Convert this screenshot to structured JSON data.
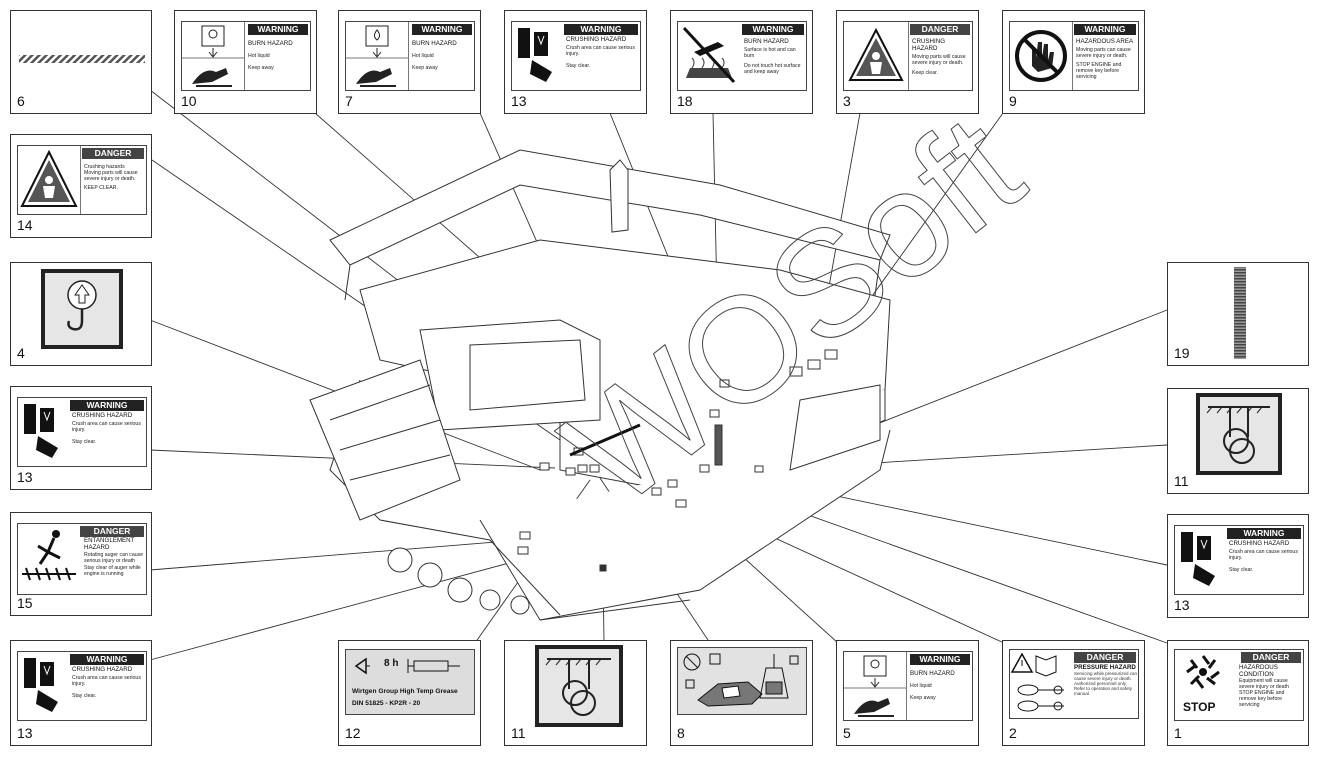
{
  "watermark": "WOSoft",
  "callouts": [
    {
      "id": "p6",
      "number": "6"
    },
    {
      "id": "p10",
      "number": "10",
      "head": "WARNING",
      "title": "BURN HAZARD",
      "lines": [
        "Hot liquid",
        "Keep away"
      ]
    },
    {
      "id": "p7",
      "number": "7",
      "head": "WARNING",
      "title": "BURN HAZARD",
      "lines": [
        "Hot liquid",
        "Keep away"
      ]
    },
    {
      "id": "p13a",
      "number": "13",
      "head": "WARNING",
      "title": "CRUSHING HAZARD",
      "lines": [
        "Crush area can cause serious injury.",
        "Stay clear."
      ]
    },
    {
      "id": "p18",
      "number": "18",
      "head": "WARNING",
      "title": "BURN HAZARD",
      "lines": [
        "Surface is hot and can burn",
        "Do not touch hot surface and keep away"
      ]
    },
    {
      "id": "p3",
      "number": "3",
      "head": "DANGER",
      "title": "CRUSHING HAZARD",
      "lines": [
        "Moving parts will cause severe injury or death.",
        "Keep clear."
      ]
    },
    {
      "id": "p9",
      "number": "9",
      "head": "WARNING",
      "title": "HAZARDOUS AREA",
      "lines": [
        "Moving parts can cause severe injury or death.",
        "STOP ENGINE and remove key before servicing"
      ]
    },
    {
      "id": "p14",
      "number": "14",
      "head": "DANGER",
      "title": "",
      "lines": [
        "Crushing hazards",
        "Moving parts will cause severe injury or death.",
        "KEEP CLEAR."
      ]
    },
    {
      "id": "p4",
      "number": "4"
    },
    {
      "id": "p19",
      "number": "19"
    },
    {
      "id": "p13b",
      "number": "13",
      "head": "WARNING",
      "title": "CRUSHING HAZARD",
      "lines": [
        "Crush area can cause serious injury.",
        "Stay clear."
      ]
    },
    {
      "id": "p11a",
      "number": "11"
    },
    {
      "id": "p15",
      "number": "15",
      "head": "DANGER",
      "title": "ENTANGLEMENT HAZARD",
      "lines": [
        "Rotating auger can cause serious injury or death",
        "Stay clear of auger while engine is running"
      ]
    },
    {
      "id": "p13c",
      "number": "13",
      "head": "WARNING",
      "title": "CRUSHING HAZARD",
      "lines": [
        "Crush area can cause serious injury.",
        "Stay clear."
      ]
    },
    {
      "id": "p13d",
      "number": "13",
      "head": "WARNING",
      "title": "CRUSHING HAZARD",
      "lines": [
        "Crush area can cause serious injury.",
        "Stay clear."
      ]
    },
    {
      "id": "p12",
      "number": "12",
      "grease_interval": "8 h",
      "grease_name": "Wirtgen Group High Temp Grease",
      "grease_spec": "DIN 51825 - KP2R - 20"
    },
    {
      "id": "p11b",
      "number": "11"
    },
    {
      "id": "p8",
      "number": "8"
    },
    {
      "id": "p5",
      "number": "5",
      "head": "WARNING",
      "title": "BURN HAZARD",
      "lines": [
        "Hot liquid",
        "Keep away"
      ]
    },
    {
      "id": "p2",
      "number": "2",
      "head": "DANGER",
      "title": "PRESSURE HAZARD",
      "lines": [
        "Servicing while pressurized can cause severe injury or death.",
        "Authorized personnel only.",
        "Refer to operation and safety manual."
      ]
    },
    {
      "id": "p1",
      "number": "1",
      "head": "DANGER",
      "title": "HAZARDOUS CONDITION",
      "lines": [
        "Equipment will cause severe injury or death",
        "STOP ENGINE and remove key before servicing"
      ],
      "stop": "STOP"
    }
  ]
}
